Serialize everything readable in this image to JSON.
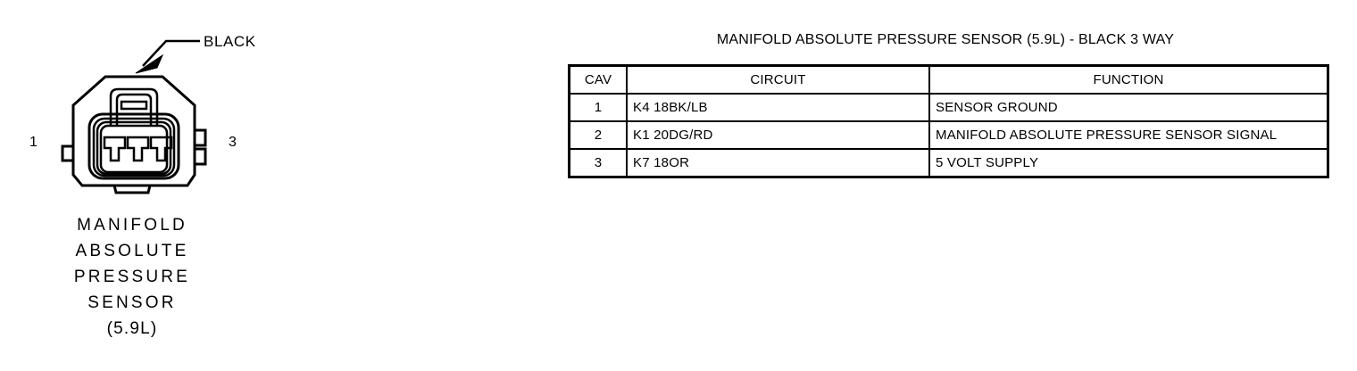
{
  "connector": {
    "callout_label": "BLACK",
    "pin_left": "1",
    "pin_right": "3",
    "caption_lines": [
      "MANIFOLD",
      "ABSOLUTE",
      "PRESSURE",
      "SENSOR",
      "(5.9L)"
    ],
    "terminal_count": 3
  },
  "table": {
    "title": "MANIFOLD ABSOLUTE PRESSURE SENSOR (5.9L) - BLACK 3 WAY",
    "headers": [
      "CAV",
      "CIRCUIT",
      "FUNCTION"
    ],
    "rows": [
      {
        "cav": "1",
        "circuit": "K4 18BK/LB",
        "function": "SENSOR GROUND"
      },
      {
        "cav": "2",
        "circuit": "K1 20DG/RD",
        "function": "MANIFOLD ABSOLUTE PRESSURE SENSOR SIGNAL"
      },
      {
        "cav": "3",
        "circuit": "K7 18OR",
        "function": "5 VOLT SUPPLY"
      }
    ]
  },
  "colors": {
    "ink": "#000000",
    "background": "#ffffff"
  }
}
